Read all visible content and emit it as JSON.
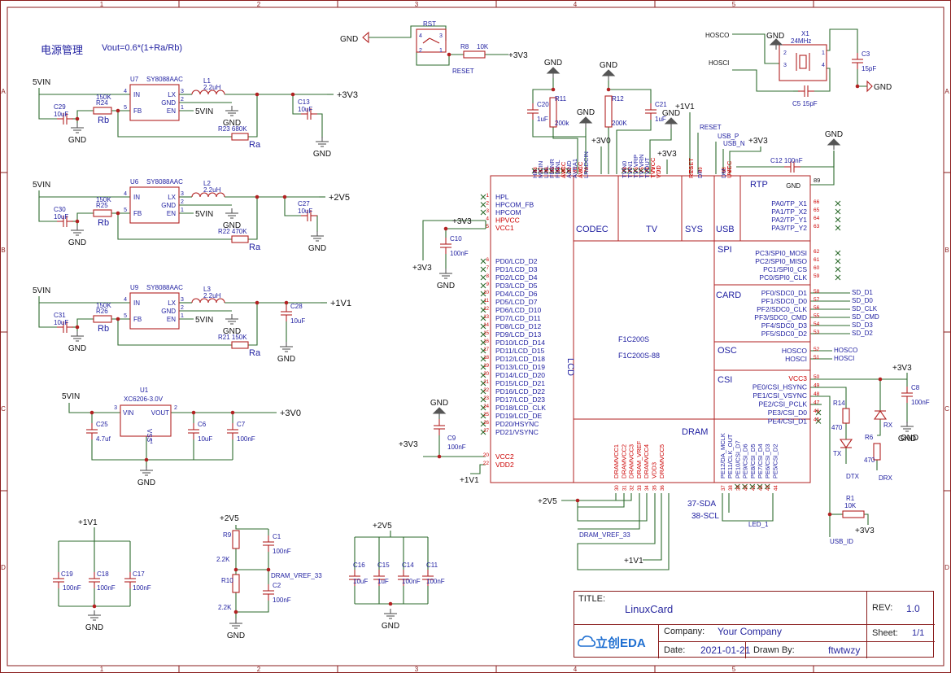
{
  "title_block": {
    "title_label": "TITLE:",
    "title": "LinuxCard",
    "rev_label": "REV:",
    "rev": "1.0",
    "company_label": "Company:",
    "company": "Your Company",
    "sheet_label": "Sheet:",
    "sheet": "1/1",
    "date_label": "Date:",
    "date": "2021-01-21",
    "drawn_label": "Drawn By:",
    "drawn_by": "ftwtwzy",
    "logo": "立创EDA"
  },
  "border": {
    "columns": [
      "1",
      "2",
      "3",
      "4",
      "5"
    ],
    "rows": [
      "A",
      "B",
      "C",
      "D"
    ]
  },
  "power": {
    "heading": "电源管理",
    "formula": "Vout=0.6*(1+Ra/Rb)",
    "reg3v3": {
      "vin": "5VIN",
      "ic": "U7",
      "part": "SY8088AAC",
      "l": "L1",
      "lv": "2.2uH",
      "cin": "C29",
      "cinv": "10uF",
      "rt": "R24",
      "rtv": "150K",
      "rtn": "Rb",
      "rb": "R23",
      "rbv": "680K",
      "rbn": "Ra",
      "cout": "C13",
      "coutv": "10uF",
      "out": "+3V3",
      "en": "5VIN",
      "gnd": "GND"
    },
    "reg2v5": {
      "vin": "5VIN",
      "ic": "U6",
      "part": "SY8088AAC",
      "l": "L2",
      "lv": "2.2uH",
      "cin": "C30",
      "cinv": "10uF",
      "rt": "R25",
      "rtv": "150K",
      "rtn": "Rb",
      "rb": "R22",
      "rbv": "470K",
      "rbn": "Ra",
      "cout": "C27",
      "coutv": "10uF",
      "out": "+2V5",
      "en": "5VIN",
      "gnd": "GND"
    },
    "reg1v1": {
      "vin": "5VIN",
      "ic": "U9",
      "part": "SY8088AAC",
      "l": "L3",
      "lv": "2.2uH",
      "cin": "C31",
      "cinv": "10uF",
      "rt": "R26",
      "rtv": "150K",
      "rtn": "Rb",
      "rb": "R21",
      "rbv": "150K",
      "rbn": "Ra",
      "cout": "C28",
      "coutv": "10uF",
      "out": "+1V1",
      "en": "5VIN",
      "gnd": "GND"
    },
    "pins": {
      "in": "IN",
      "fb": "FB",
      "lx": "LX",
      "gnd": "GND",
      "en": "EN",
      "p4": "4",
      "p5": "5",
      "p3": "3",
      "p2": "2",
      "p1": "1"
    },
    "ldo": {
      "vin": "5VIN",
      "ic": "U1",
      "part": "XC6206-3.0V",
      "pin_vin": "VIN",
      "pin_vout": "VOUT",
      "pin_vss": "VSS",
      "p3": "3",
      "p2": "2",
      "p1": "1",
      "c25": "C25",
      "c25v": "4.7uf",
      "c6": "C6",
      "c6v": "10uF",
      "c7": "C7",
      "c7v": "100nF",
      "out": "+3V0",
      "gnd": "GND"
    }
  },
  "decoupling": {
    "v1": {
      "rail": "+1V1",
      "caps": [
        {
          "n": "C19",
          "v": "100nF"
        },
        {
          "n": "C18",
          "v": "100nF"
        },
        {
          "n": "C17",
          "v": "100nF"
        }
      ],
      "gnd": "GND"
    },
    "vref": {
      "rail": "+2V5",
      "r9": "R9",
      "r9v": "2.2K",
      "r10": "R10",
      "r10v": "2.2K",
      "c1": "C1",
      "c1v": "100nF",
      "c2": "C2",
      "c2v": "100nF",
      "net": "DRAM_VREF_33",
      "gnd": "GND"
    },
    "v25": {
      "rail": "+2V5",
      "caps": [
        {
          "n": "C16",
          "v": "10uF"
        },
        {
          "n": "C15",
          "v": "1uF"
        },
        {
          "n": "C14",
          "v": "100nF"
        },
        {
          "n": "C11",
          "v": "100nF"
        }
      ],
      "gnd": "GND"
    }
  },
  "top": {
    "rst": {
      "name": "RST",
      "p4": "4",
      "p3": "3",
      "p2": "2",
      "p1": "1",
      "gnd": "GND",
      "r8": "R8",
      "r8v": "10K",
      "vcc": "+3V3",
      "net": "RESET"
    },
    "xtal": {
      "hosco": "HOSCO",
      "hosci": "HOSCI",
      "x1": "X1",
      "freq": "24MHz",
      "c3": "C3",
      "c3v": "15pF",
      "c5": "C5",
      "c5v": "15pF",
      "gnd": "GND",
      "p1": "1",
      "p2": "2",
      "p3": "3",
      "p4": "4"
    },
    "codec": {
      "c20": "C20",
      "c20v": "1uF",
      "r11": "R11",
      "r11v": "200k",
      "r12": "R12",
      "r12v": "200K",
      "c21": "C21",
      "c21v": "1uF",
      "gnd": "GND",
      "v0": "+3V0"
    },
    "nets": {
      "v11": "+1V1",
      "gnd": "GND",
      "reset": "RESET",
      "usbp": "USB_P",
      "usbn": "USB_N",
      "v33": "+3V3",
      "c12": "C12",
      "c12v": "100nF"
    }
  },
  "mcu": {
    "name": "F1C200S",
    "package": "F1C200S-88",
    "sections": {
      "codec": "CODEC",
      "tv": "TV",
      "sys": "SYS",
      "usb": "USB",
      "rtp": "RTP",
      "spi": "SPI",
      "card": "CARD",
      "osc": "OSC",
      "csi": "CSI",
      "lcd": "LCD",
      "dram": "DRAM"
    },
    "left_top": [
      "HPL",
      "HPCOM_FB",
      "HPCOM",
      "HPVCC",
      "VCC1"
    ],
    "left_top_nums": [
      "1",
      "2",
      "3",
      "4",
      "5"
    ],
    "lcd_pins": [
      "PD0/LCD_D2",
      "PD1/LCD_D3",
      "PD2/LCD_D4",
      "PD3/LCD_D5",
      "PD4/LCD_D6",
      "PD5/LCD_D7",
      "PD6/LCD_D10",
      "PD7/LCD_D11",
      "PD8/LCD_D12",
      "PD9/LCD_D13",
      "PD10/LCD_D14",
      "PD11/LCD_D15",
      "PD12/LCD_D18",
      "PD13/LCD_D19",
      "PD14/LCD_D20",
      "PD15/LCD_D21",
      "PD16/LCD_D22",
      "PD17/LCD_D23",
      "PD18/LCD_CLK",
      "PD19/LCD_DE",
      "PD20/HSYNC",
      "PD21/VSYNC"
    ],
    "lcd_nums": [
      "6",
      "7",
      "8",
      "9",
      "10",
      "11",
      "12",
      "13",
      "14",
      "15",
      "16",
      "17",
      "18",
      "19",
      "20",
      "21",
      "22",
      "23",
      "24",
      "25",
      "26",
      "27"
    ],
    "vcc2": "VCC2",
    "vdd2": "VDD2",
    "vcc2_n": "20",
    "vdd2_n": "22",
    "top_pins": [
      "HR",
      "MICIN",
      "LINL",
      "FMINR",
      "FMINL",
      "AVCC",
      "AGND",
      "AVRA1",
      "AVCC",
      "LRADCIN",
      "TVIN0",
      "TVIN1",
      "TV_VRP",
      "TV_VRN",
      "TVOUT",
      "TVVCC",
      "VDD",
      "RESET",
      "DP",
      "DM",
      "UVCC"
    ],
    "top_nums": [
      "88",
      "87",
      "86",
      "85",
      "84",
      "83",
      "82",
      "81",
      "80",
      "79",
      "78",
      "77",
      "76",
      "75",
      "74",
      "73",
      "71",
      "70",
      "69",
      "68",
      "67"
    ],
    "rtp_gnd": "GND",
    "rtp_gnd_n": "89",
    "rtp_pins": [
      "PA0/TP_X1",
      "PA1/TP_X2",
      "PA2/TP_Y1",
      "PA3/TP_Y2"
    ],
    "rtp_nums": [
      "66",
      "65",
      "64",
      "63"
    ],
    "spi_pins": [
      "PC3/SPI0_MOSI",
      "PC2/SPI0_MISO",
      "PC1/SPI0_CS",
      "PC0/SPI0_CLK"
    ],
    "spi_nums": [
      "62",
      "61",
      "60",
      "59"
    ],
    "card_pins": [
      "PF0/SDC0_D1",
      "PF1/SDC0_D0",
      "PF2/SDC0_CLK",
      "PF3/SDC0_CMD",
      "PF4/SDC0_D3",
      "PF5/SDC0_D2"
    ],
    "card_nums": [
      "58",
      "57",
      "56",
      "55",
      "54",
      "53"
    ],
    "card_nets": [
      "SD_D1",
      "SD_D0",
      "SD_CLK",
      "SD_CMD",
      "SD_D3",
      "SD_D2"
    ],
    "osc_pins": [
      "HOSCO",
      "HOSCI"
    ],
    "osc_nums": [
      "52",
      "51"
    ],
    "osc_nets": [
      "HOSCO",
      "HOSCI"
    ],
    "csi_pins": [
      "VCC3",
      "PE0/CSI_HSYNC",
      "PE1/CSI_VSYNC",
      "PE2/CSI_PCLK",
      "PE3/CSI_D0",
      "PE4/CSI_D1"
    ],
    "csi_nums": [
      "50",
      "49",
      "48",
      "47",
      "46",
      "45"
    ],
    "bottom_pins": [
      "PE12/DA_MCLK",
      "PE11/CLK_OUT",
      "PE10/CSI_D7",
      "PE9/CSI_D6",
      "PE8/CSI_D5",
      "PE7/CSI_D4",
      "PE6/CSI_D3",
      "PE5/CSI_D2"
    ],
    "bottom_nums": [
      "37",
      "38",
      "39",
      "40",
      "41",
      "42",
      "43",
      "44"
    ],
    "dram_pins": [
      "DRAMVCC1",
      "DRAMVCC2",
      "DRAMVCC3",
      "DRAM_VREF",
      "DRAMVCC4",
      "VDD3",
      "DRAMVCC5"
    ],
    "dram_nums": [
      "30",
      "31",
      "32",
      "33",
      "34",
      "35",
      "36"
    ]
  },
  "right": {
    "v33": "+3V3",
    "c8": "C8",
    "c8v": "100nF",
    "gnd": "GND",
    "r14": "R14",
    "r14v": "470",
    "r6": "R6",
    "r6v": "470",
    "tx": "TX",
    "rx": "RX",
    "dtx": "DTX",
    "drx": "DRX",
    "r1": "R1",
    "r1v": "10K",
    "usb_id": "USB_ID",
    "sda": "37-SDA",
    "scl": "38-SCL",
    "led": "LED_1"
  },
  "dram_nets": {
    "v25": "+2V5",
    "vref": "DRAM_VREF_33",
    "v11": "+1V1"
  },
  "misc": {
    "v33a": "+3V3",
    "v33b": "+3V3",
    "c10": "C10",
    "c10v": "100nF",
    "c9": "C9",
    "c9v": "100nF",
    "gnd": "GND",
    "v11": "+1V1"
  }
}
